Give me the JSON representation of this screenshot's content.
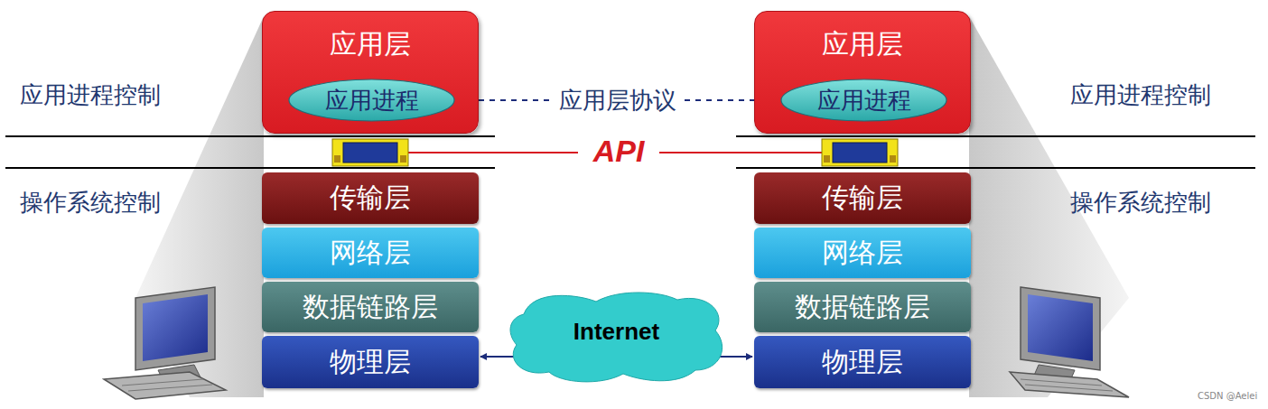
{
  "diagram": {
    "nodes": [
      {
        "text": [
          "应用层"
        ]
      },
      {
        "text": [
          "应用进程"
        ],
        "in": 0
      },
      {
        "text": [
          "应用层"
        ]
      },
      {
        "text": [
          "应用进程"
        ],
        "in": 2
      },
      {
        "text": [
          "传输层"
        ]
      },
      {
        "text": [
          "传输层"
        ]
      },
      {
        "text": [
          "网络层"
        ]
      },
      {
        "text": [
          "网络层"
        ]
      },
      {
        "text": [
          "数据链路层"
        ]
      },
      {
        "text": [
          "Internet"
        ]
      },
      {
        "text": [
          "数据链路层"
        ]
      },
      {
        "text": [
          "物理层"
        ]
      },
      {
        "text": [
          "物理层"
        ]
      }
    ],
    "edges": [
      {
        "from": 1,
        "to": 3,
        "label": "应用层协议",
        "arrow": "both"
      },
      {
        "from": 9,
        "to": 11,
        "arrow": "to"
      },
      {
        "from": 9,
        "to": 12,
        "arrow": "to"
      }
    ],
    "labels": [
      "应用进程控制",
      "应用进程控制",
      "操作系统控制",
      "操作系统控制",
      "API",
      "CSDN @Aelei"
    ]
  }
}
